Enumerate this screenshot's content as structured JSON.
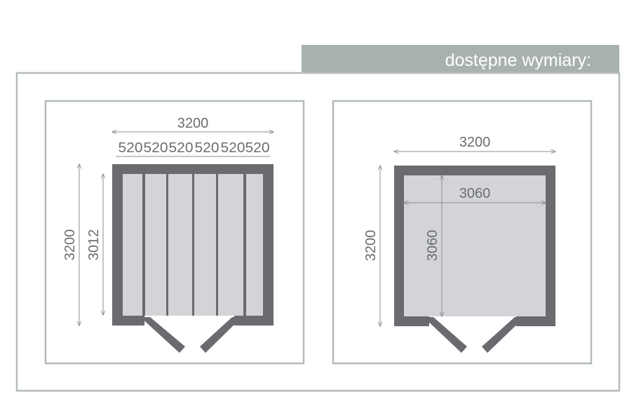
{
  "header": {
    "title": "dostępne wymiary:",
    "bar_color": "#a8b2ac"
  },
  "colors": {
    "wall": "#696b6f",
    "floor": "#d3d4d7",
    "text": "#6b6e70",
    "frame": "#b3bcb7"
  },
  "variant_left": {
    "width_total": "3200",
    "segments": [
      "520",
      "520",
      "520",
      "520",
      "520",
      "520"
    ],
    "depth_total": "3200",
    "depth_inner": "3012"
  },
  "variant_right": {
    "width_total": "3200",
    "width_inner": "3060",
    "depth_total": "3200",
    "depth_inner": "3060"
  }
}
